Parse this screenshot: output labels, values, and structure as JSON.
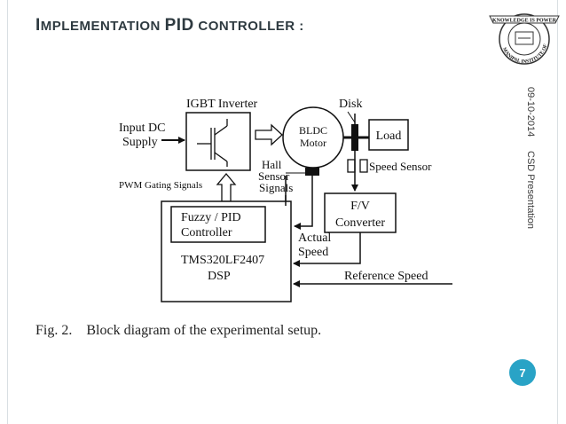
{
  "slide": {
    "title_prefix": "I",
    "title_rest": "MPLEMENTATION ",
    "title_pid": "PID",
    "title_suffix": " CONTROLLER :",
    "date": "09-10-2014",
    "presentation": "CSD Presentation",
    "page_number": "7"
  },
  "logo": {
    "ribbon_text": "KNOWLEDGE IS POWER",
    "ring_text": "MANIPAL INSTITUTE OF TECHNOLOGY"
  },
  "diagram": {
    "labels": {
      "igbt_inverter": "IGBT Inverter",
      "disk": "Disk",
      "input_dc_1": "Input DC",
      "input_dc_2": "Supply",
      "bldc_1": "BLDC",
      "bldc_2": "Motor",
      "load": "Load",
      "hall_1": "Hall",
      "hall_2": "Sensor",
      "hall_3": "Signals",
      "speed_sensor": "Speed Sensor",
      "pwm": "PWM Gating Signals",
      "fv_1": "F/V",
      "fv_2": "Converter",
      "fuzzy_1": "Fuzzy / PID",
      "fuzzy_2": "Controller",
      "actual_1": "Actual",
      "actual_2": "Speed",
      "dsp_1": "TMS320LF2407",
      "dsp_2": "DSP",
      "reference_speed": "Reference Speed"
    }
  },
  "caption": {
    "fig": "Fig. 2.",
    "text": "Block diagram of the experimental setup."
  },
  "colors": {
    "accent": "#29a3c6",
    "title": "#2e3a40"
  }
}
